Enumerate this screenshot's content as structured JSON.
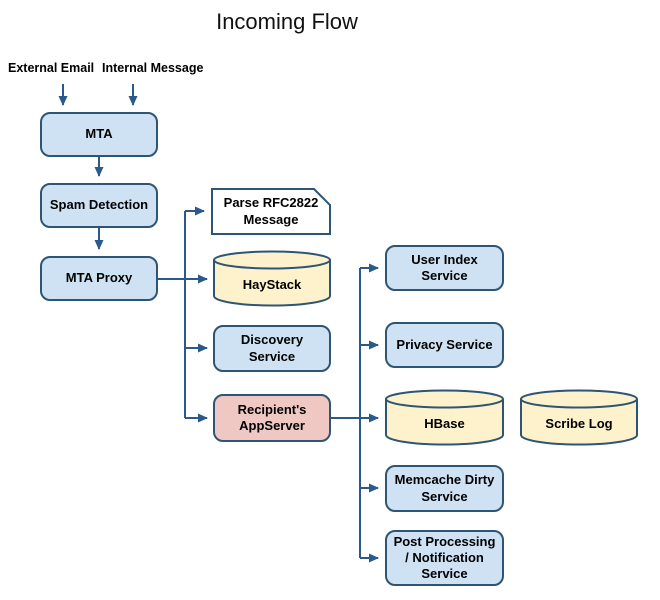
{
  "title": "Incoming Flow",
  "inputs": [
    {
      "label": "External Email"
    },
    {
      "label": "Internal Message"
    }
  ],
  "nodes": {
    "mta": {
      "label": "MTA",
      "shape": "rounded-rect",
      "fill": "#cfe2f3"
    },
    "spam_detection": {
      "label": "Spam Detection",
      "shape": "rounded-rect",
      "fill": "#cfe2f3"
    },
    "mta_proxy": {
      "label": "MTA Proxy",
      "shape": "rounded-rect",
      "fill": "#cfe2f3"
    },
    "parse_rfc2822": {
      "label": "Parse RFC2822\nMessage",
      "shape": "note",
      "fill": "#ffffff"
    },
    "haystack": {
      "label": "HayStack",
      "shape": "cylinder",
      "fill": "#fdf2cc"
    },
    "discovery_service": {
      "label": "Discovery\nService",
      "shape": "rounded-rect",
      "fill": "#cfe2f3"
    },
    "recipients_appserver": {
      "label": "Recipient's\nAppServer",
      "shape": "rounded-rect",
      "fill": "#f0c8c3"
    },
    "user_index_service": {
      "label": "User Index\nService",
      "shape": "rounded-rect",
      "fill": "#cfe2f3"
    },
    "privacy_service": {
      "label": "Privacy Service",
      "shape": "rounded-rect",
      "fill": "#cfe2f3"
    },
    "hbase": {
      "label": "HBase",
      "shape": "cylinder",
      "fill": "#fdf2cc"
    },
    "scribe_log": {
      "label": "Scribe Log",
      "shape": "cylinder",
      "fill": "#fdf2cc"
    },
    "memcache_dirty_service": {
      "label": "Memcache Dirty\nService",
      "shape": "rounded-rect",
      "fill": "#cfe2f3"
    },
    "post_processing": {
      "label": "Post Processing\n/ Notification\nService",
      "shape": "rounded-rect",
      "fill": "#cfe2f3"
    }
  },
  "edges": [
    {
      "from": "external_email",
      "to": "mta"
    },
    {
      "from": "internal_message",
      "to": "mta"
    },
    {
      "from": "mta",
      "to": "spam_detection"
    },
    {
      "from": "spam_detection",
      "to": "mta_proxy"
    },
    {
      "from": "mta_proxy",
      "to": "parse_rfc2822"
    },
    {
      "from": "mta_proxy",
      "to": "haystack"
    },
    {
      "from": "mta_proxy",
      "to": "discovery_service"
    },
    {
      "from": "mta_proxy",
      "to": "recipients_appserver"
    },
    {
      "from": "recipients_appserver",
      "to": "user_index_service"
    },
    {
      "from": "recipients_appserver",
      "to": "privacy_service"
    },
    {
      "from": "recipients_appserver",
      "to": "hbase"
    },
    {
      "from": "recipients_appserver",
      "to": "memcache_dirty_service"
    },
    {
      "from": "recipients_appserver",
      "to": "post_processing"
    }
  ],
  "colors": {
    "background": "#ffffff",
    "node_border": "#2e5574",
    "arrow": "#2a5a8c",
    "blue_fill": "#cfe2f3",
    "yellow_fill": "#fdf2cc",
    "pink_fill": "#f0c8c3",
    "note_fill": "#ffffff",
    "text": "#000000"
  }
}
